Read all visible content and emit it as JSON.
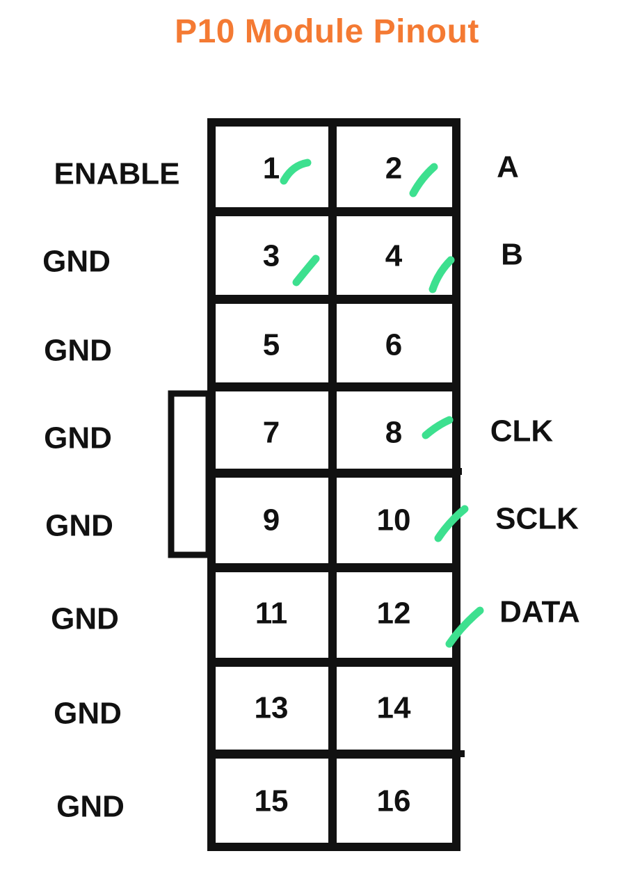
{
  "title": "P10 Module Pinout",
  "colors": {
    "title": "#f47a33",
    "outline": "#111111",
    "marker": "#3de08f"
  },
  "pins": [
    {
      "left": "1",
      "right": "2"
    },
    {
      "left": "3",
      "right": "4"
    },
    {
      "left": "5",
      "right": "6"
    },
    {
      "left": "7",
      "right": "8"
    },
    {
      "left": "9",
      "right": "10"
    },
    {
      "left": "11",
      "right": "12"
    },
    {
      "left": "13",
      "right": "14"
    },
    {
      "left": "15",
      "right": "16"
    }
  ],
  "left_signals": [
    "ENABLE",
    "GND",
    "GND",
    "GND",
    "GND",
    "GND",
    "GND",
    "GND"
  ],
  "right_signals": [
    "A",
    "B",
    "",
    "CLK",
    "SCLK",
    "DATA",
    "",
    ""
  ],
  "marked_pins": [
    "1",
    "2",
    "3",
    "4",
    "8",
    "10",
    "12"
  ]
}
